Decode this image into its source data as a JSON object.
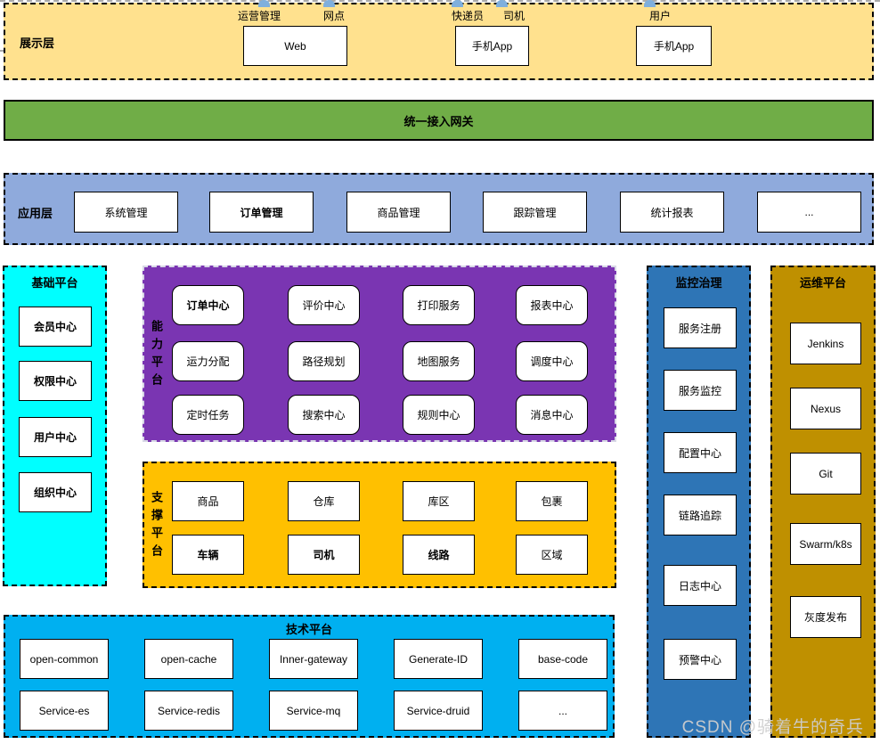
{
  "presentation": {
    "title": "展示层",
    "actors": [
      "运营管理",
      "网点",
      "快递员",
      "司机",
      "用户"
    ],
    "clients": [
      "Web",
      "手机App",
      "手机App"
    ]
  },
  "gateway": {
    "label": "统一接入网关"
  },
  "application": {
    "title": "应用层",
    "items": [
      "系统管理",
      "订单管理",
      "商品管理",
      "跟踪管理",
      "统计报表",
      "..."
    ]
  },
  "base_platform": {
    "title": "基础平台",
    "items": [
      "会员中心",
      "权限中心",
      "用户中心",
      "组织中心"
    ]
  },
  "capability_platform": {
    "title": "能力平台",
    "rows": [
      [
        "订单中心",
        "评价中心",
        "打印服务",
        "报表中心"
      ],
      [
        "运力分配",
        "路径规划",
        "地图服务",
        "调度中心"
      ],
      [
        "定时任务",
        "搜索中心",
        "规则中心",
        "消息中心"
      ]
    ]
  },
  "support_platform": {
    "title": "支撑平台",
    "rows": [
      [
        "商品",
        "仓库",
        "库区",
        "包裹"
      ],
      [
        "车辆",
        "司机",
        "线路",
        "区域"
      ]
    ]
  },
  "tech_platform": {
    "title": "技术平台",
    "rows": [
      [
        "open-common",
        "open-cache",
        "Inner-gateway",
        "Generate-ID",
        "base-code"
      ],
      [
        "Service-es",
        "Service-redis",
        "Service-mq",
        "Service-druid",
        "..."
      ]
    ]
  },
  "monitoring": {
    "title": "监控治理",
    "items": [
      "服务注册",
      "服务监控",
      "配置中心",
      "链路追踪",
      "日志中心",
      "预警中心"
    ]
  },
  "ops_platform": {
    "title": "运维平台",
    "items": [
      "Jenkins",
      "Nexus",
      "Git",
      "Swarm/k8s",
      "灰度发布"
    ]
  },
  "watermark": "CSDN @骑着牛的奇兵",
  "colors": {
    "presentation_bg": "#FFE18E",
    "gateway_bg": "#70AD47",
    "application_bg": "#8FAADC",
    "base_bg": "#00FFFF",
    "capability_bg": "#7A35B2",
    "support_bg": "#FFC000",
    "tech_bg": "#00B0F0",
    "monitoring_bg": "#2E75B6",
    "ops_bg": "#BF9000",
    "actor_icon": "#7FAFDD"
  }
}
